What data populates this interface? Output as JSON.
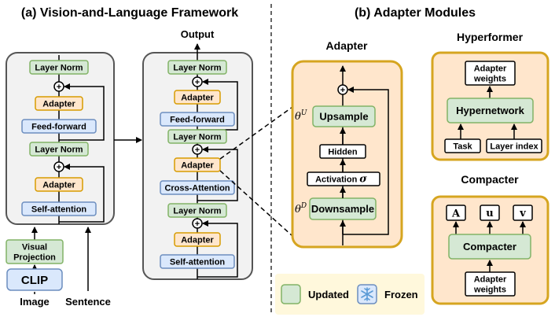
{
  "header_left": "(a) Vision-and-Language Framework",
  "header_right": "(b) Adapter Modules",
  "left_encoder": {
    "layer_norm_top": "Layer Norm",
    "adapter_top": "Adapter",
    "feed_forward": "Feed-forward",
    "layer_norm_mid": "Layer Norm",
    "adapter_bottom": "Adapter",
    "self_attention": "Self-attention",
    "visual_projection_line1": "Visual",
    "visual_projection_line2": "Projection",
    "clip": "CLIP",
    "image": "Image",
    "sentence": "Sentence",
    "plus": "+"
  },
  "decoder": {
    "output": "Output",
    "layer_norm_1": "Layer Norm",
    "adapter_1": "Adapter",
    "feed_forward": "Feed-forward",
    "layer_norm_2": "Layer Norm",
    "adapter_2": "Adapter",
    "cross_attention": "Cross-Attention",
    "layer_norm_3": "Layer Norm",
    "adapter_3": "Adapter",
    "self_attention": "Self-attention",
    "plus": "+"
  },
  "adapter_module": {
    "title": "Adapter",
    "upsample": "Upsample",
    "hidden": "Hidden",
    "activation": "Activation",
    "sigma": "σ",
    "downsample": "Downsample",
    "theta": "θ",
    "sup_u": "U",
    "sup_d": "D",
    "plus": "+"
  },
  "hyperformer": {
    "title": "Hyperformer",
    "weights_line1": "Adapter",
    "weights_line2": "weights",
    "hypernetwork": "Hypernetwork",
    "task": "Task",
    "layer_index": "Layer index"
  },
  "compacter": {
    "title": "Compacter",
    "a": "A",
    "u": "u",
    "v": "v",
    "compacter": "Compacter",
    "weights_line1": "Adapter",
    "weights_line2": "weights"
  },
  "legend": {
    "updated": "Updated",
    "frozen": "Frozen"
  },
  "colors": {
    "gray_panel": "#f2f2f2",
    "green_fill": "#d5e8d4",
    "green_stroke": "#82b366",
    "blue_fill": "#dae8fc",
    "blue_stroke": "#6c8ebf",
    "orange_fill": "#ffe6cc",
    "orange_stroke": "#d79b00",
    "panel_stroke": "#d6a520",
    "legend_bg": "#fff8dc"
  }
}
